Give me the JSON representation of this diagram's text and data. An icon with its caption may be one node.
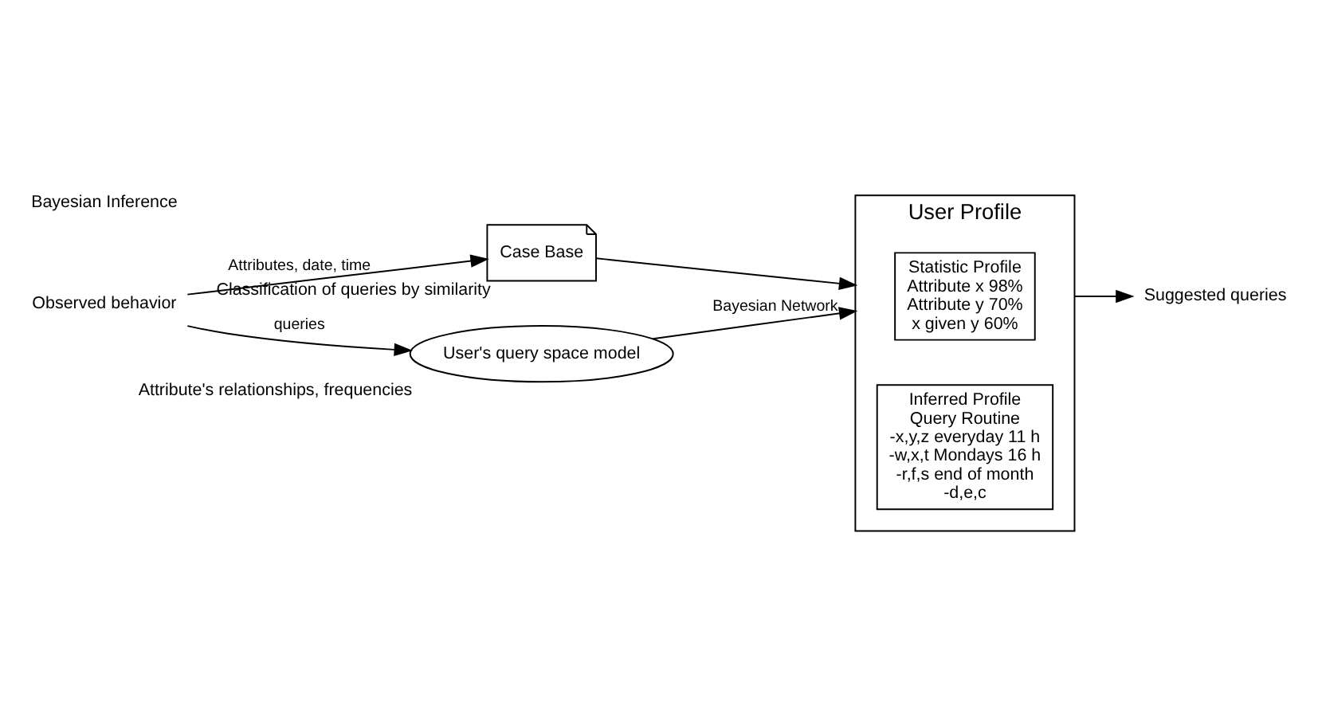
{
  "diagram": {
    "nodes": [
      {
        "text": [
          "Observed behavior"
        ]
      },
      {
        "text": [
          "Case Base"
        ],
        "beside": [
          "Classification of queries by similarity"
        ]
      },
      {
        "text": [
          "User's query space model"
        ],
        "beside": [
          "Attribute's relationships, frequencies"
        ]
      },
      {
        "text": [
          "User Profile"
        ]
      },
      {
        "text": [
          "Statistic Profile",
          "Attribute x 98%",
          "Attribute y 70%",
          "x given y 60%"
        ],
        "in": 3
      },
      {
        "text": [
          "Inferred Profile",
          "Query Routine",
          "-x,y,z everyday 11 h",
          "-w,x,t Mondays 16 h",
          "-r,f,s end of month",
          "-d,e,c"
        ],
        "in": 3
      },
      {
        "text": [
          "Suggested queries"
        ]
      }
    ],
    "edges": [
      {
        "from": 0,
        "to": 1,
        "arrow": "to",
        "label": "Attributes, date, time"
      },
      {
        "from": 0,
        "to": 2,
        "arrow": "to",
        "label": "queries"
      },
      {
        "from": 1,
        "to": 3,
        "arrow": "to"
      },
      {
        "from": 2,
        "to": 3,
        "arrow": "to",
        "label": "Bayesian Network"
      },
      {
        "from": 3,
        "to": 6,
        "arrow": "to"
      }
    ],
    "labels": [
      "Bayesian Inference"
    ]
  }
}
